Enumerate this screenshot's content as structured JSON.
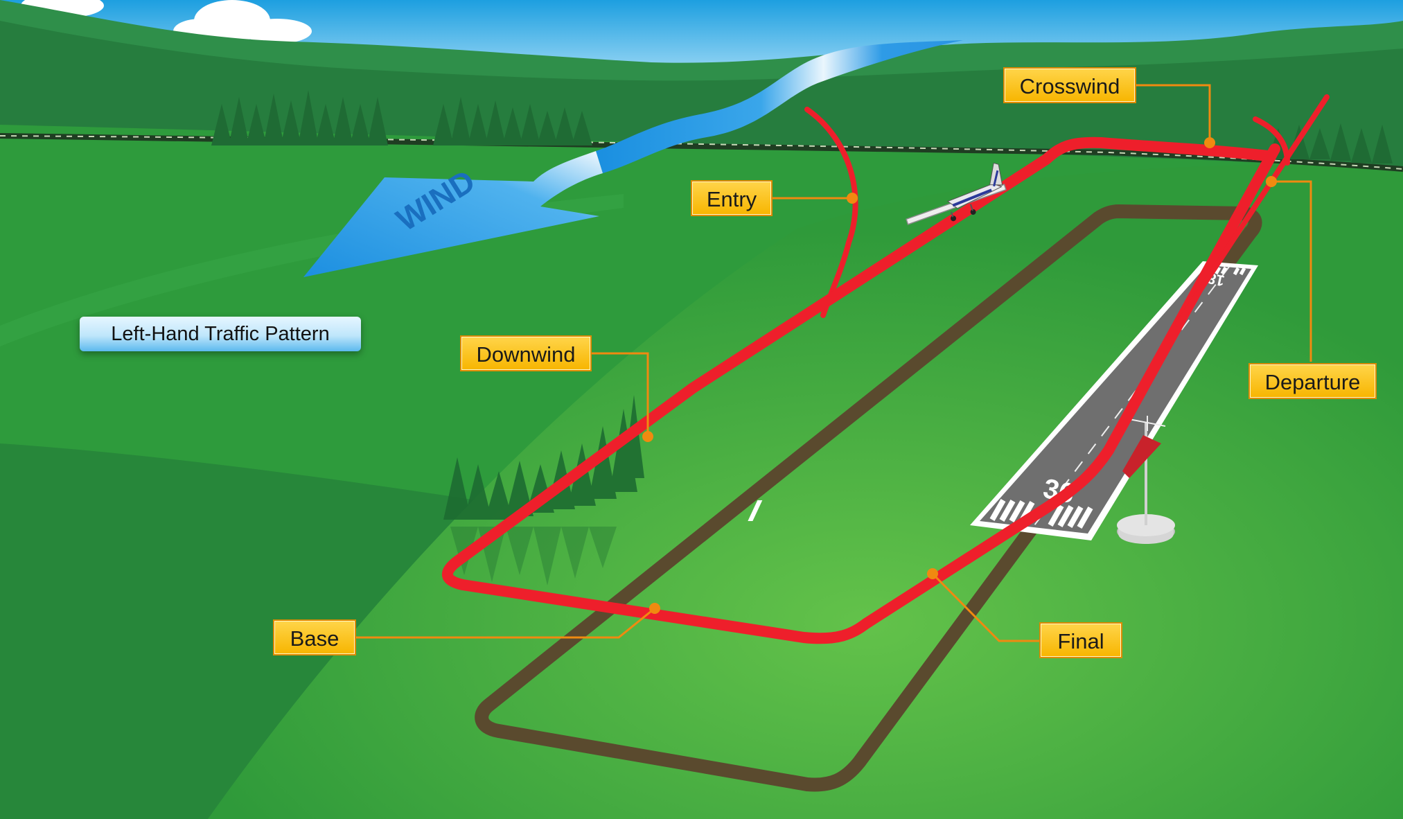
{
  "title": "Left-Hand Traffic Pattern",
  "wind_label": "WIND",
  "legs": {
    "crosswind": "Crosswind",
    "entry": "Entry",
    "downwind": "Downwind",
    "base": "Base",
    "final": "Final",
    "departure": "Departure"
  },
  "runway": {
    "near_number": "36",
    "far_number": "18"
  },
  "colors": {
    "pattern_path": "#ee1f2b",
    "label_fill": "#fbbf1d",
    "leader_line": "#f08a10",
    "wind_arrow": "#1e8fdc",
    "grass": "#34a43e"
  }
}
